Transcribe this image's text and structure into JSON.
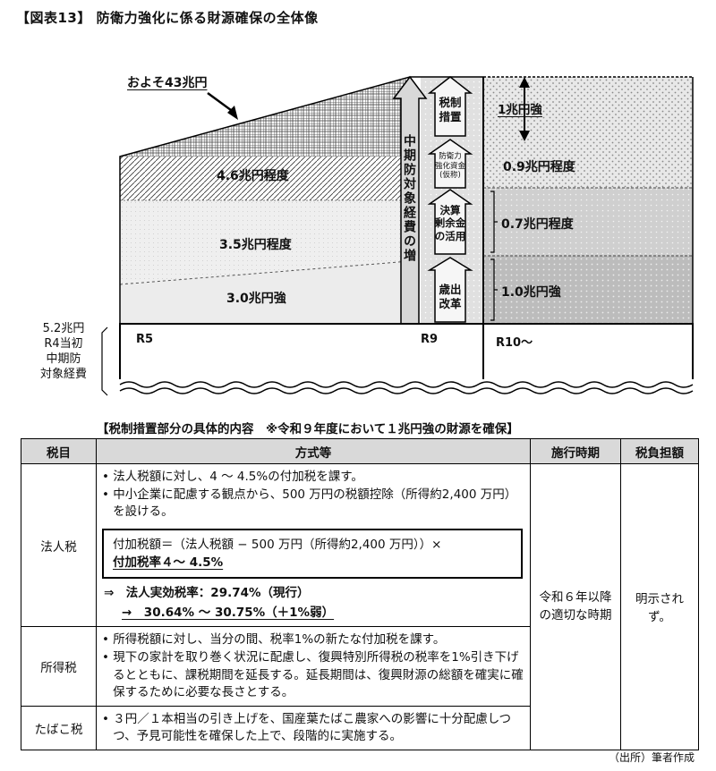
{
  "figure_title": "【図表13】 防衛力強化に係る財源確保の全体像",
  "diagram": {
    "peak_label": "およそ43兆円",
    "layers": [
      {
        "label": "4.6兆円程度"
      },
      {
        "label": "3.5兆円程度"
      },
      {
        "label": "3.0兆円強"
      }
    ],
    "base_label": "5.2兆円\nR4当初\n中期防\n対象経費",
    "years": [
      "R5",
      "R9",
      "R10〜"
    ],
    "increase_label": "中期防対象経費の増",
    "sources": [
      {
        "label": "税制\n措置",
        "amount": "1兆円強"
      },
      {
        "label": "防衛力\n強化資金\n(仮称)",
        "amount": "0.9兆円程度"
      },
      {
        "label": "決算\n剰余金\nの活用",
        "amount": "0.7兆円程度"
      },
      {
        "label": "歳出\n改革",
        "amount": "1.0兆円強"
      }
    ]
  },
  "table": {
    "caption": "【税制措置部分の具体的内容　※令和９年度において１兆円強の財源を確保】",
    "headers": [
      "税目",
      "方式等",
      "施行時期",
      "税負担額"
    ],
    "corporate": {
      "name": "法人税",
      "bullets": [
        "• 法人税額に対し、4 〜 4.5%の付加税を課す。",
        "• 中小企業に配慮する観点から、500 万円の税額控除（所得約2,400 万円）を設ける。"
      ],
      "formula_line1": "付加税額＝（法人税額 − 500 万円（所得約2,400 万円））×",
      "formula_line2": "付加税率４〜 4.5%",
      "effective_line1": "⇒　法人実効税率：29.74%（現行）",
      "effective_line2": "→　30.64% 〜 30.75%（＋1%弱）"
    },
    "income": {
      "name": "所得税",
      "bullets": [
        "• 所得税額に対し、当分の間、税率1%の新たな付加税を課す。",
        "• 現下の家計を取り巻く状況に配慮し、復興特別所得税の税率を1%引き下げるとともに、課税期間を延長する。延長期間は、復興財源の総額を確実に確保するために必要な長さとする。"
      ]
    },
    "tobacco": {
      "name": "たばこ税",
      "bullets": [
        "• ３円／１本相当の引き上げを、国産葉たばこ農家への影響に十分配慮しつつ、予見可能性を確保した上で、段階的に実施する。"
      ]
    },
    "timing": "令和６年以降の適切な時期",
    "burden": "明示されず。"
  },
  "source_note": "（出所）筆者作成"
}
